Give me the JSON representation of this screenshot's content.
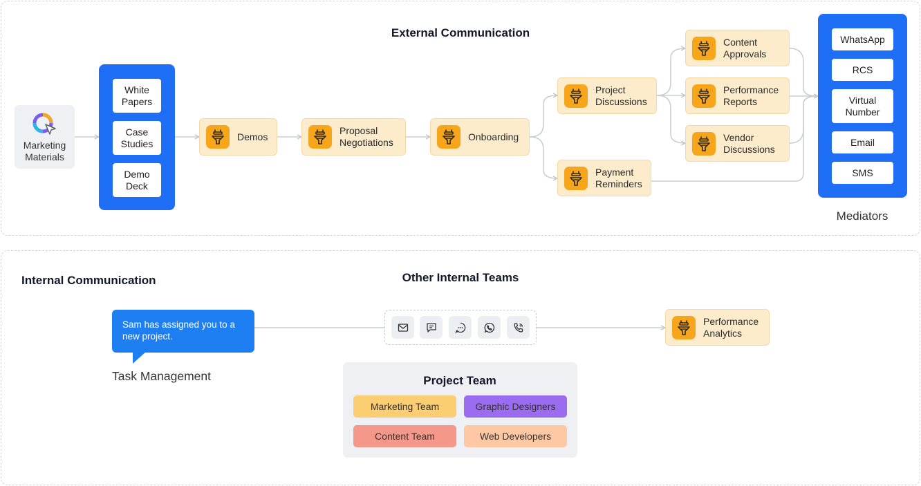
{
  "external": {
    "title": "External Communication",
    "source": {
      "label": "Marketing\nMaterials",
      "icon": "logo-icon"
    },
    "materials": [
      {
        "label": "White\nPapers"
      },
      {
        "label": "Case\nStudies"
      },
      {
        "label": "Demo\nDeck"
      }
    ],
    "stages": {
      "demos": "Demos",
      "proposal": "Proposal\nNegotiations",
      "onboarding": "Onboarding",
      "project": "Project\nDiscussions",
      "payment": "Payment\nReminders",
      "content": "Content\nApprovals",
      "performance": "Performance\nReports",
      "vendor": "Vendor\nDiscussions"
    },
    "mediators": {
      "label": "Mediators",
      "items": [
        "WhatsApp",
        "RCS",
        "Virtual\nNumber",
        "Email",
        "SMS"
      ]
    }
  },
  "internal": {
    "title": "Internal Communication",
    "other_title": "Other Internal Teams",
    "task": {
      "message": "Sam has assigned you to a new project.",
      "label": "Task Management"
    },
    "channels": [
      "mail-icon",
      "chat-icon",
      "message-bubble-icon",
      "whatsapp-icon",
      "phone-icon"
    ],
    "analytics": "Performance\nAnalytics",
    "project_team": {
      "title": "Project Team",
      "teams": [
        {
          "label": "Marketing Team",
          "color": "#fbce74"
        },
        {
          "label": "Graphic Designers",
          "color": "#9b6cf0"
        },
        {
          "label": "Content Team",
          "color": "#f4998a"
        },
        {
          "label": "Web Developers",
          "color": "#fdc8a3"
        }
      ]
    }
  },
  "colors": {
    "accent": "#1e6ff5",
    "node_fill": "#fdeccb",
    "node_icon": "#f7a51b",
    "connector": "#c9cdd3"
  }
}
